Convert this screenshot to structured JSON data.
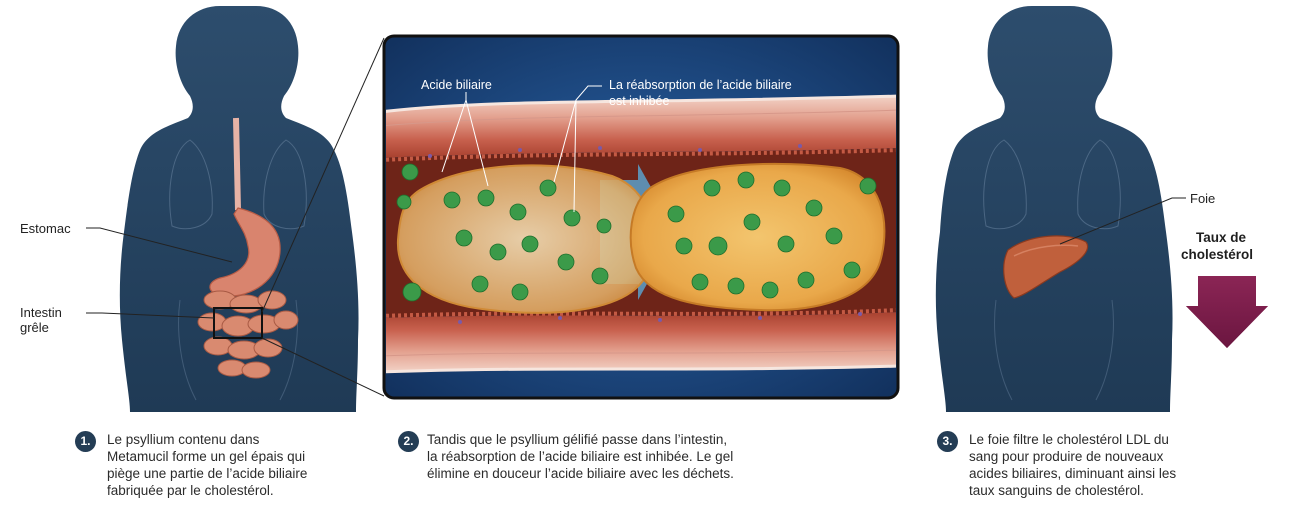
{
  "labels": {
    "stomach": "Estomac",
    "small_intestine_line1": "Intestin",
    "small_intestine_line2": "grêle",
    "bile_acid": "Acide biliaire",
    "reabsorption_line1": "La réabsorption de l’acide biliaire",
    "reabsorption_line2": "est inhibée",
    "liver": "Foie",
    "cholesterol_line1": "Taux de",
    "cholesterol_line2": "cholestérol"
  },
  "steps": [
    {
      "number": "1.",
      "lines": [
        "Le psyllium contenu dans",
        "Metamucil forme un gel épais qui",
        "piège une partie de l’acide biliaire",
        "fabriquée par le cholestérol."
      ]
    },
    {
      "number": "2.",
      "lines": [
        "Tandis que le psyllium gélifié passe dans l’intestin,",
        "la réabsorption de l’acide biliaire est inhibée. Le gel",
        "élimine en douceur l’acide biliaire avec les déchets."
      ]
    },
    {
      "number": "3.",
      "lines": [
        "Le foie filtre le cholestérol LDL du",
        "sang pour produire de nouveaux",
        "acides biliaires, diminuant ainsi les",
        "taux sanguins de cholestérol."
      ]
    }
  ],
  "colors": {
    "silhouette": "#2a4866",
    "panel_bg": "#1c4a86",
    "gel": "#e8a44a",
    "bile_particle": "#3aa04a",
    "arrow_down": "#7a1d4a",
    "number_badge": "#243d55"
  }
}
